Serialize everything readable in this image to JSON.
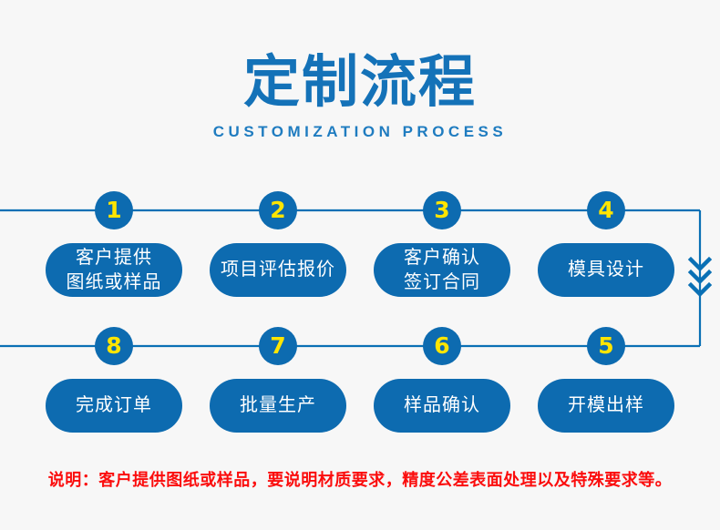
{
  "header": {
    "title": "定制流程",
    "subtitle": "CUSTOMIZATION PROCESS"
  },
  "colors": {
    "background": "#f7f7f7",
    "brand_blue": "#0d6bb0",
    "title_blue": "#1472b8",
    "number_yellow": "#ffe500",
    "line_blue": "#0a70b5",
    "note_red": "#fb0d0d",
    "pill_text": "#ffffff"
  },
  "flow": {
    "top_row": [
      {
        "number": "1",
        "label": "客户提供\n图纸或样品"
      },
      {
        "number": "2",
        "label": "项目评估报价"
      },
      {
        "number": "3",
        "label": "客户确认\n签订合同"
      },
      {
        "number": "4",
        "label": "模具设计"
      }
    ],
    "bottom_row": [
      {
        "number": "8",
        "label": "完成订单"
      },
      {
        "number": "7",
        "label": "批量生产"
      },
      {
        "number": "6",
        "label": "样品确认"
      },
      {
        "number": "5",
        "label": "开模出样"
      }
    ],
    "connector_icon": "chevron-down-triple-icon"
  },
  "note": {
    "text": "说明：客户提供图纸或样品，要说明材质要求，精度公差表面处理以及特殊要求等。"
  }
}
